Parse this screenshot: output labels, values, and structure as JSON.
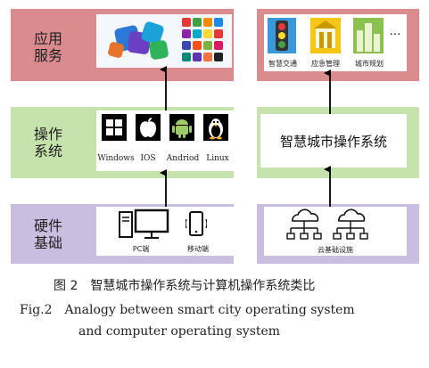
{
  "layers": {
    "app": {
      "label": "应用\n服务"
    },
    "os": {
      "label": "操作\n系统"
    },
    "hw": {
      "label": "硬件\n基础"
    }
  },
  "left": {
    "os_items": [
      "Windows",
      "IOS",
      "Andriod",
      "Linux"
    ],
    "hw_items": [
      "PC端",
      "移动端"
    ]
  },
  "right": {
    "app_items": [
      "智慧交通",
      "应急管理",
      "城市规划"
    ],
    "app_more": "…",
    "os_title": "智慧城市操作系统",
    "hw_item": "云基础设施"
  },
  "caption": {
    "cn": "图 2　智慧城市操作系统与计算机操作系统类比",
    "en_line1": "Fig.2　Analogy between smart city operating system",
    "en_line2": "and computer operating system"
  },
  "colors": {
    "app_band": "#d98b8e",
    "os_band": "#c6e2ad",
    "hw_band": "#c9bedf"
  }
}
